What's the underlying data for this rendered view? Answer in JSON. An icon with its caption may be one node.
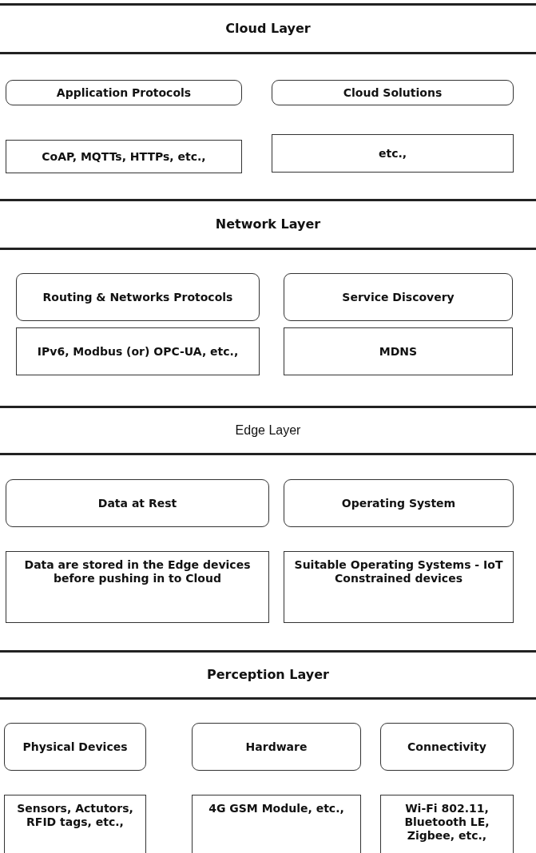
{
  "diagram": {
    "nodes": [
      {
        "text": [
          "Cloud Layer"
        ]
      },
      {
        "text": [
          "Application Protocols"
        ]
      },
      {
        "text": [
          "Cloud Solutions"
        ]
      },
      {
        "text": [
          "CoAP, MQTTs, HTTPs, etc.,"
        ]
      },
      {
        "text": [
          "etc.,"
        ]
      },
      {
        "text": [
          "Network Layer"
        ]
      },
      {
        "text": [
          "Routing & Networks Protocols"
        ]
      },
      {
        "text": [
          "Service Discovery"
        ]
      },
      {
        "text": [
          "IPv6, Modbus (or) OPC-UA, etc.,"
        ]
      },
      {
        "text": [
          "MDNS"
        ]
      },
      {
        "text": [
          "Edge Layer"
        ]
      },
      {
        "text": [
          "Data at Rest"
        ]
      },
      {
        "text": [
          "Operating System"
        ]
      },
      {
        "text": [
          "Data are stored in the Edge devices before pushing in to Cloud"
        ]
      },
      {
        "text": [
          "Suitable Operating Systems - IoT Constrained devices"
        ]
      },
      {
        "text": [
          "Perception Layer"
        ]
      },
      {
        "text": [
          "Physical Devices"
        ]
      },
      {
        "text": [
          "Hardware"
        ]
      },
      {
        "text": [
          "Connectivity"
        ]
      },
      {
        "text": [
          "Sensors, Actutors, RFID tags, etc.,"
        ]
      },
      {
        "text": [
          "4G GSM Module, etc.,"
        ]
      },
      {
        "text": [
          "Wi-Fi 802.11, Bluetooth LE, Zigbee, etc.,"
        ]
      }
    ],
    "edges": []
  }
}
